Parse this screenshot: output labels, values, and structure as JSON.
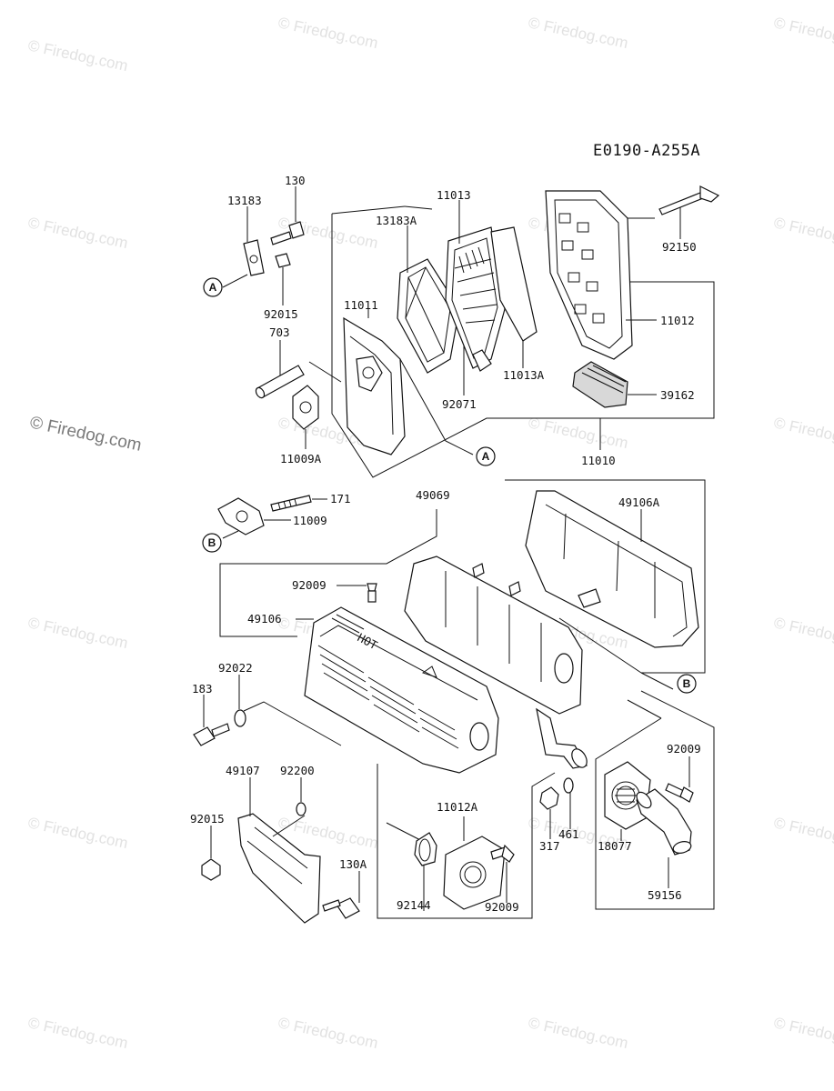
{
  "diagram_code": "E0190-A255A",
  "watermark": {
    "small": "© Firedog.com",
    "big": "© Firedog.com"
  },
  "callouts": {
    "a_top": "A",
    "a_bottom": "A",
    "b_left": "B",
    "b_right": "B"
  },
  "parts": {
    "p130": "130",
    "p13183": "13183",
    "p13183A": "13183A",
    "p11013": "11013",
    "p92150": "92150",
    "p11011": "11011",
    "p92015_top": "92015",
    "p703": "703",
    "p11012": "11012",
    "p11013A": "11013A",
    "p92071": "92071",
    "p39162": "39162",
    "p11009A": "11009A",
    "p11010": "11010",
    "p49069": "49069",
    "p171": "171",
    "p11009": "11009",
    "p49106A": "49106A",
    "p92009_top": "92009",
    "p49106": "49106",
    "p92022": "92022",
    "p183": "183",
    "p49107": "49107",
    "p92200": "92200",
    "p92015_bottom": "92015",
    "p130A": "130A",
    "p11012A": "11012A",
    "p92144": "92144",
    "p92009_bottom": "92009",
    "p317": "317",
    "p461": "461",
    "p18077": "18077",
    "p92009_right": "92009",
    "p59156": "59156"
  },
  "embossed_text": "HOT"
}
